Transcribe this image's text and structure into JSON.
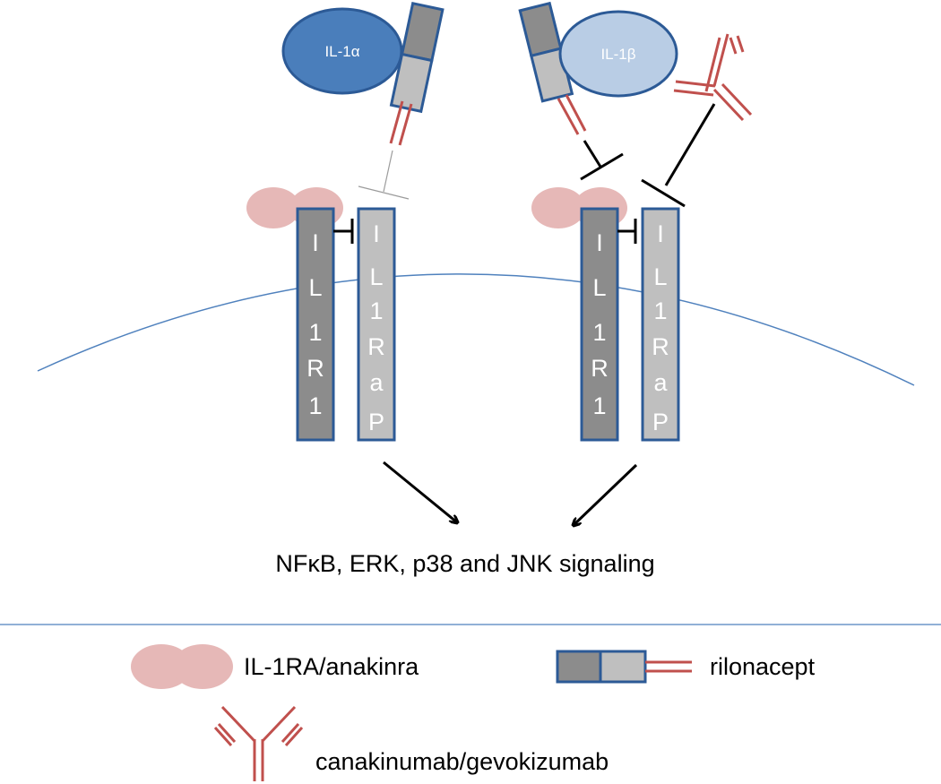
{
  "cytokines": {
    "il1a": "IL-1α",
    "il1b": "IL-1β"
  },
  "receptors": {
    "il1r1_left": [
      "I",
      "L",
      "1",
      "R",
      "1"
    ],
    "il1rap_left": [
      "I",
      "L",
      "1",
      "R",
      "a",
      "P"
    ],
    "il1r1_right": [
      "I",
      "L",
      "1",
      "R",
      "1"
    ],
    "il1rap_right": [
      "I",
      "L",
      "1",
      "R",
      "a",
      "P"
    ]
  },
  "signaling_text": "NFκB, ERK, p38 and JNK signaling",
  "legend": {
    "anakinra": "IL-1RA/anakinra",
    "rilonacept": "rilonacept",
    "canakinumab": "canakinumab/gevokizumab"
  },
  "colors": {
    "il1a_fill": "#4a7ebb",
    "il1b_fill": "#b9cde5",
    "outline_blue": "#2c5a96",
    "receptor_dark": "#8c8c8c",
    "receptor_light": "#bfbfbf",
    "anakinra_pink": "#e6b8b7",
    "antibody_red": "#c0504d",
    "membrane_blue": "#4f81bd"
  }
}
